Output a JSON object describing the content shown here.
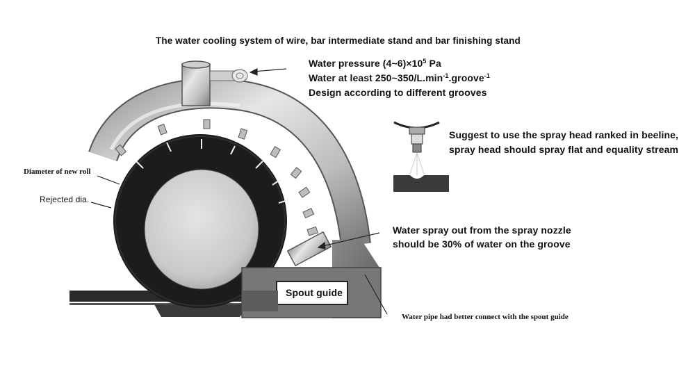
{
  "title": "The water cooling system of wire, bar intermediate stand and bar finishing stand",
  "water_spec": {
    "pressure_prefix": "Water pressure (4~6)×10",
    "pressure_exp": "5",
    "pressure_unit": " Pa",
    "flow_prefix": "Water at least 250~350/L.min",
    "flow_exp1": "-1",
    "flow_mid": ".groove",
    "flow_exp2": "-1",
    "design": "Design according to different grooves"
  },
  "spray_head_note": {
    "line1": "Suggest to use the spray head ranked in beeline,",
    "line2": "spray head should spray flat and equality stream"
  },
  "diameter_new": "Diameter of new roll",
  "rejected": "Rejected dia.",
  "spray_out": {
    "line1": "Water spray out from the spray nozzle",
    "line2": "should be 30% of water on the groove"
  },
  "spout_guide": "Spout guide",
  "water_pipe_note": "Water pipe had better connect with the spout guide",
  "colors": {
    "ink": "#111111",
    "roll_dark": "#1c1c1c",
    "roll_core": "#cfcfcf",
    "pipe": "#d4d4d4",
    "paper": "#ffffff"
  }
}
